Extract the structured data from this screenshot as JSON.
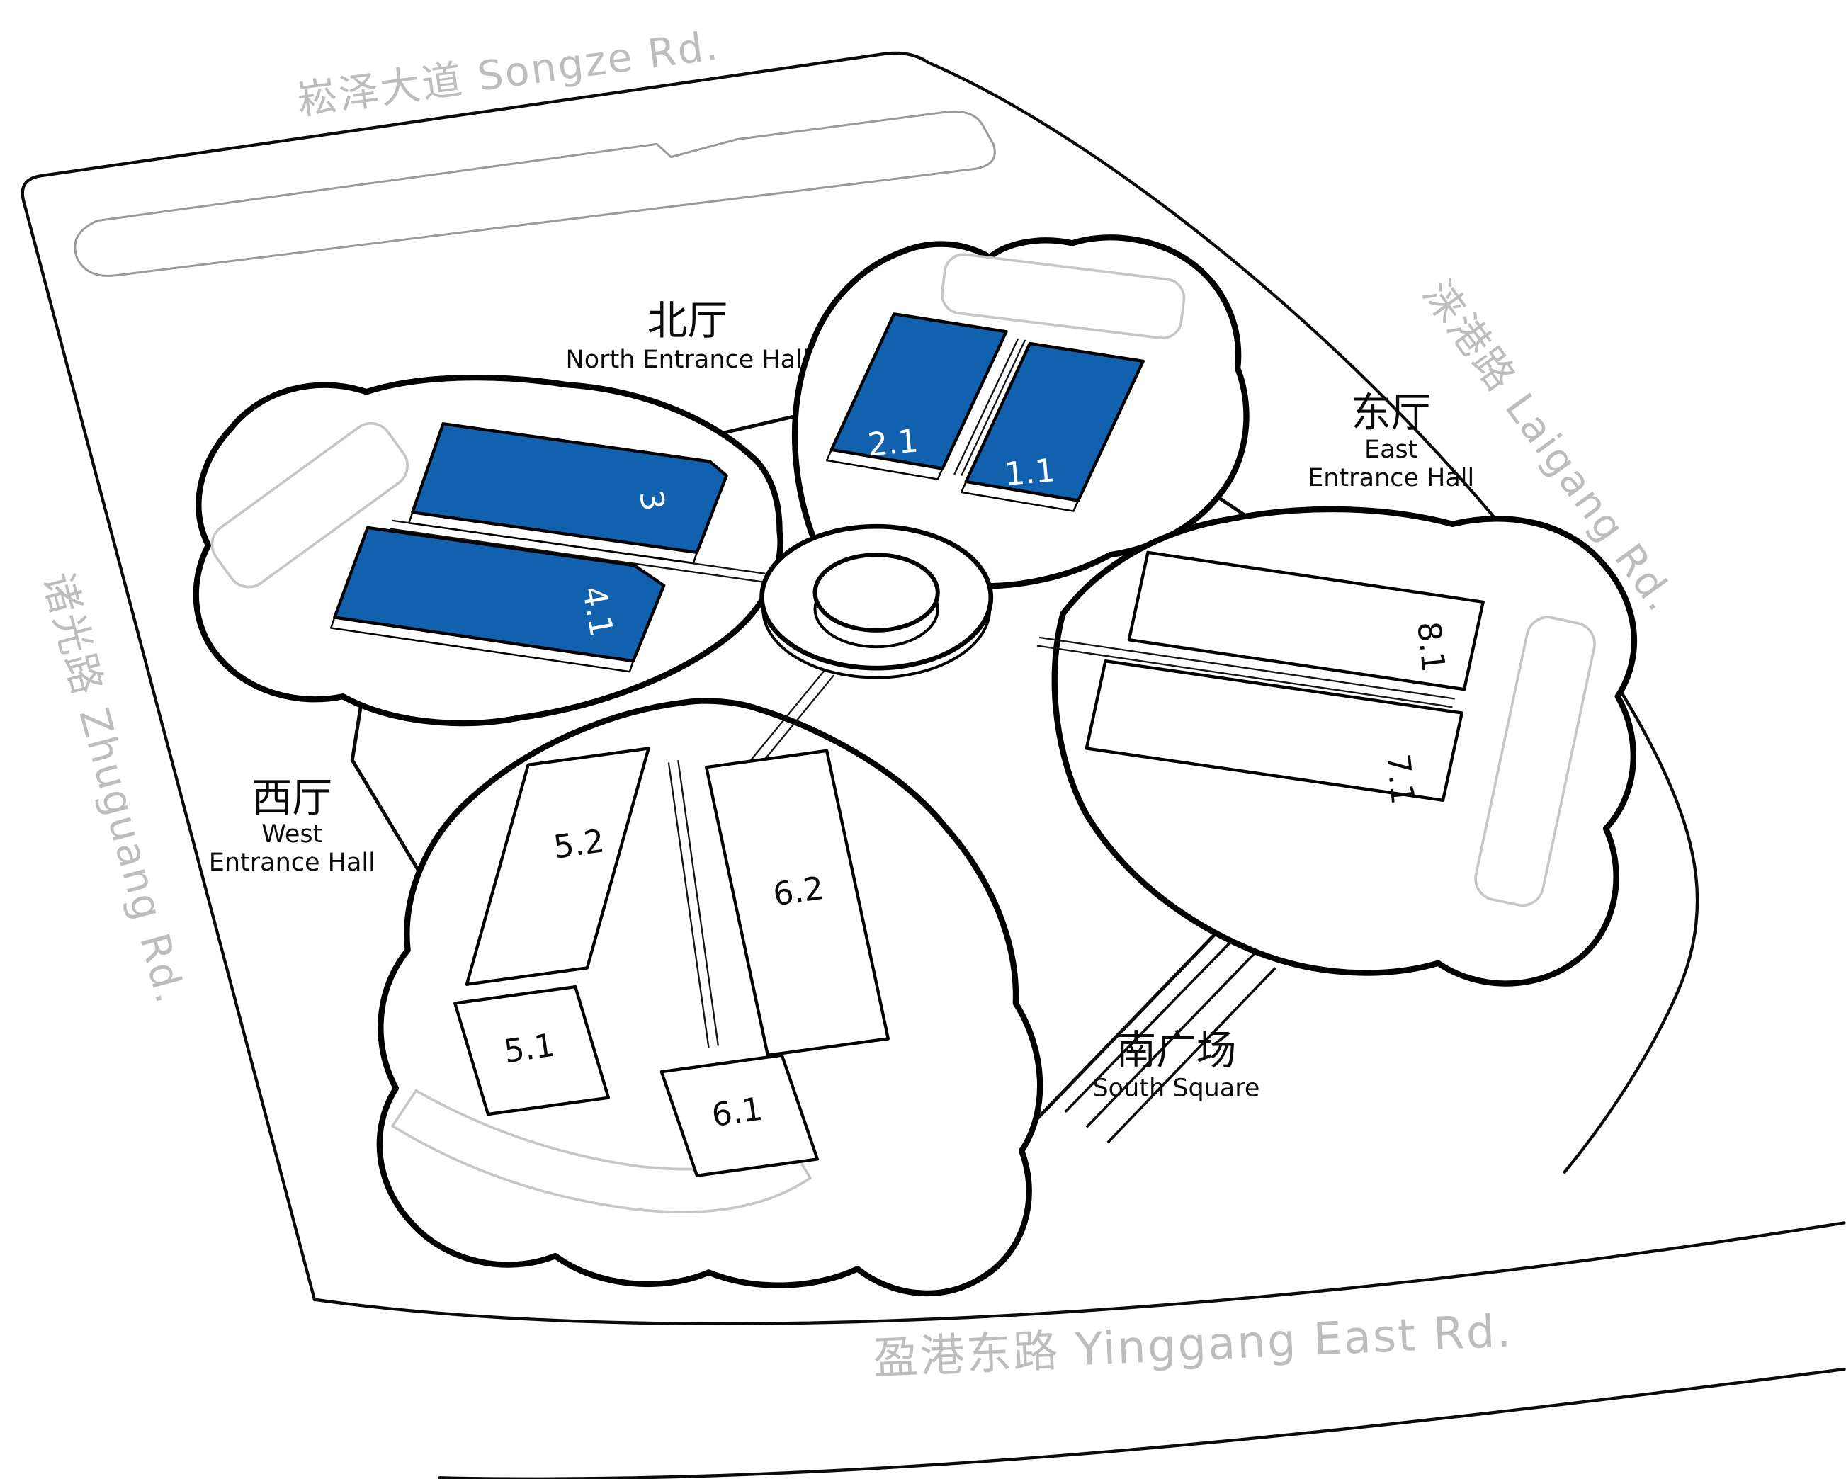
{
  "map": {
    "roads": {
      "songze": "崧泽大道 Songze Rd.",
      "laigang": "涞港路 Laigang Rd.",
      "zhuguang": "诸光路 Zhuguang Rd.",
      "yinggang": "盈港东路 Yinggang East Rd."
    },
    "entrance_halls": {
      "north": {
        "zh": "北厅",
        "en": "North Entrance Hall"
      },
      "east": {
        "zh": "东厅",
        "en_line1": "East",
        "en_line2": "Entrance Hall"
      },
      "west": {
        "zh": "西厅",
        "en_line1": "West",
        "en_line2": "Entrance Hall"
      }
    },
    "south_square": {
      "zh": "南广场",
      "en": "South Square"
    },
    "halls": {
      "h2_1": {
        "label": "2.1",
        "highlighted": true
      },
      "h1_1": {
        "label": "1.1",
        "highlighted": true
      },
      "h3": {
        "label": "3",
        "highlighted": true
      },
      "h4_1": {
        "label": "4.1",
        "highlighted": true
      },
      "h5_2": {
        "label": "5.2",
        "highlighted": false
      },
      "h6_2": {
        "label": "6.2",
        "highlighted": false
      },
      "h5_1": {
        "label": "5.1",
        "highlighted": false
      },
      "h6_1": {
        "label": "6.1",
        "highlighted": false
      },
      "h8_1": {
        "label": "8.1",
        "highlighted": false
      },
      "h7_1": {
        "label": "7.1",
        "highlighted": false
      }
    },
    "colors": {
      "highlight": "#1261ae",
      "hall_fill": "#ffffff",
      "outline": "#000000",
      "road_text": "#bdbdbd",
      "ghost_outline": "#c6c6c6"
    }
  }
}
